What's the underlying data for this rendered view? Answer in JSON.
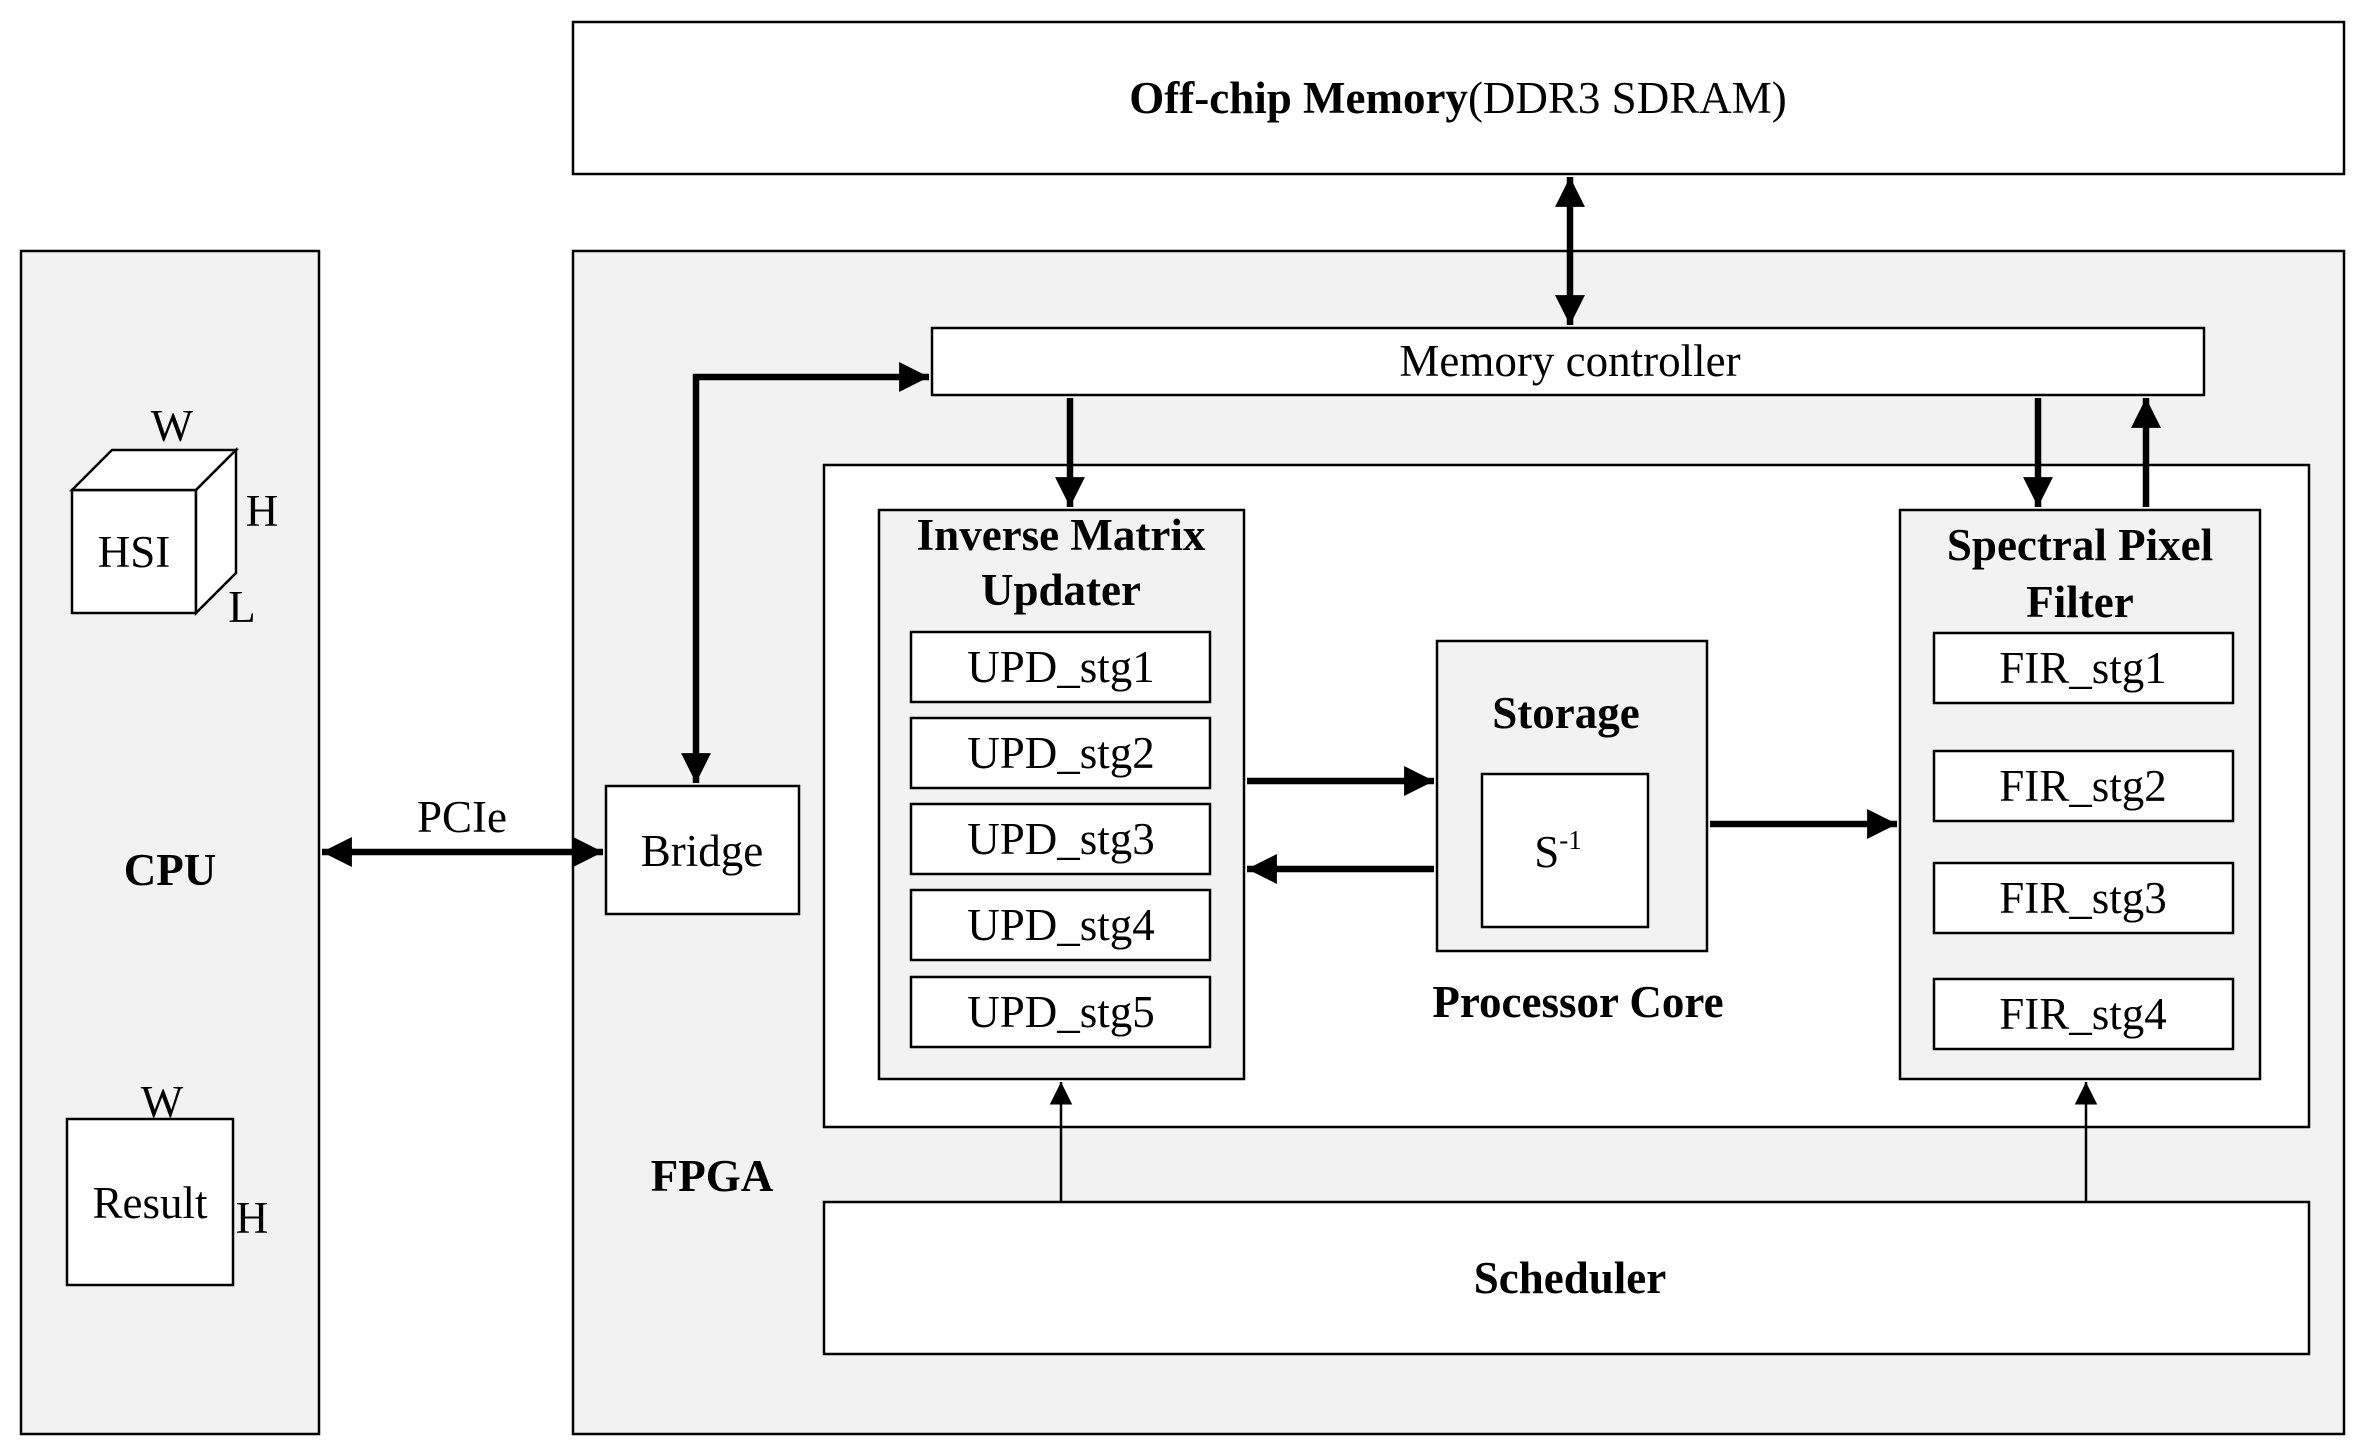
{
  "memory": {
    "title_bold": "Off-chip Memory",
    "title_rest": "(DDR3 SDRAM)"
  },
  "cpu": {
    "label": "CPU",
    "hsi": {
      "label": "HSI",
      "w": "W",
      "h": "H",
      "l": "L"
    },
    "result": {
      "label": "Result",
      "w": "W",
      "h": "H"
    }
  },
  "pcie": "PCIe",
  "fpga": {
    "label": "FPGA",
    "bridge": "Bridge",
    "memory_controller": "Memory controller",
    "processor_core": "Processor Core",
    "inverse_matrix_updater": {
      "title_line1": "Inverse Matrix",
      "title_line2": "Updater",
      "stages": [
        "UPD_stg1",
        "UPD_stg2",
        "UPD_stg3",
        "UPD_stg4",
        "UPD_stg5"
      ]
    },
    "storage": {
      "title": "Storage",
      "item_base": "S",
      "item_sup": "-1"
    },
    "spectral_pixel_filter": {
      "title_line1": "Spectral Pixel",
      "title_line2": "Filter",
      "stages": [
        "FIR_stg1",
        "FIR_stg2",
        "FIR_stg3",
        "FIR_stg4"
      ]
    },
    "scheduler": "Scheduler"
  },
  "colors": {
    "panel_fill": "#f2f2f2",
    "box_fill": "#ffffff",
    "stroke": "#000000"
  }
}
